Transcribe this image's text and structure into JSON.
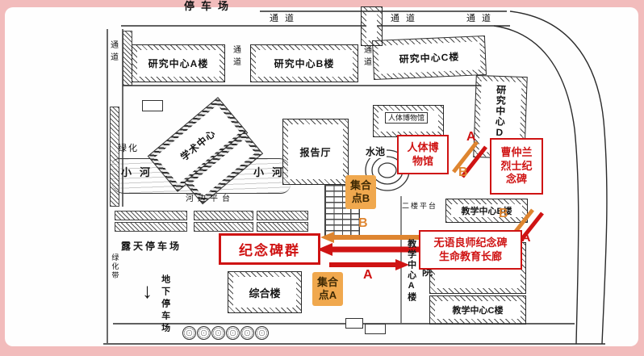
{
  "colors": {
    "frame_pink": "#f2bcbc",
    "red": "#cf1313",
    "orange": "#de8530",
    "badge_bg": "#f0a84e"
  },
  "map": {
    "top": {
      "parking": "停车场",
      "passage": "通道",
      "passage_v": "通道"
    },
    "buildings": {
      "research_a": "研究中心A楼",
      "research_b": "研究中心B楼",
      "research_c": "研究中心C楼",
      "research_d": "研究中心D楼",
      "academic_center": "学术中心",
      "lecture_hall": "报告厅",
      "body_museum_small": "人体博物馆",
      "complex": "综合楼",
      "teaching_a": "教学中心A楼",
      "teaching_b": "教学中心B楼",
      "teaching_c": "教学中心C楼",
      "hospital_char": "院"
    },
    "features": {
      "green": "绿化",
      "green_belt": "绿化带",
      "pool": "水池",
      "river": "小河",
      "riverside": "河边平台",
      "second_floor": "二楼平台",
      "open_parking": "露天停车场",
      "underground_parking": "地下停车场",
      "down_arrow": "↓"
    },
    "annotations": {
      "body_museum": {
        "l1": "人体博",
        "l2": "物馆"
      },
      "cao": {
        "l1": "曹仲兰",
        "l2": "烈士纪",
        "l3": "念碑"
      },
      "monument_group": "纪念碑群",
      "silent": {
        "l1": "无语良师纪念碑",
        "l2": "生命教育长廊"
      },
      "assembly_b": {
        "l1": "集合",
        "l2": "点B"
      },
      "assembly_a": {
        "l1": "集合",
        "l2": "点A"
      },
      "marker_a": "A",
      "marker_b": "B"
    }
  }
}
